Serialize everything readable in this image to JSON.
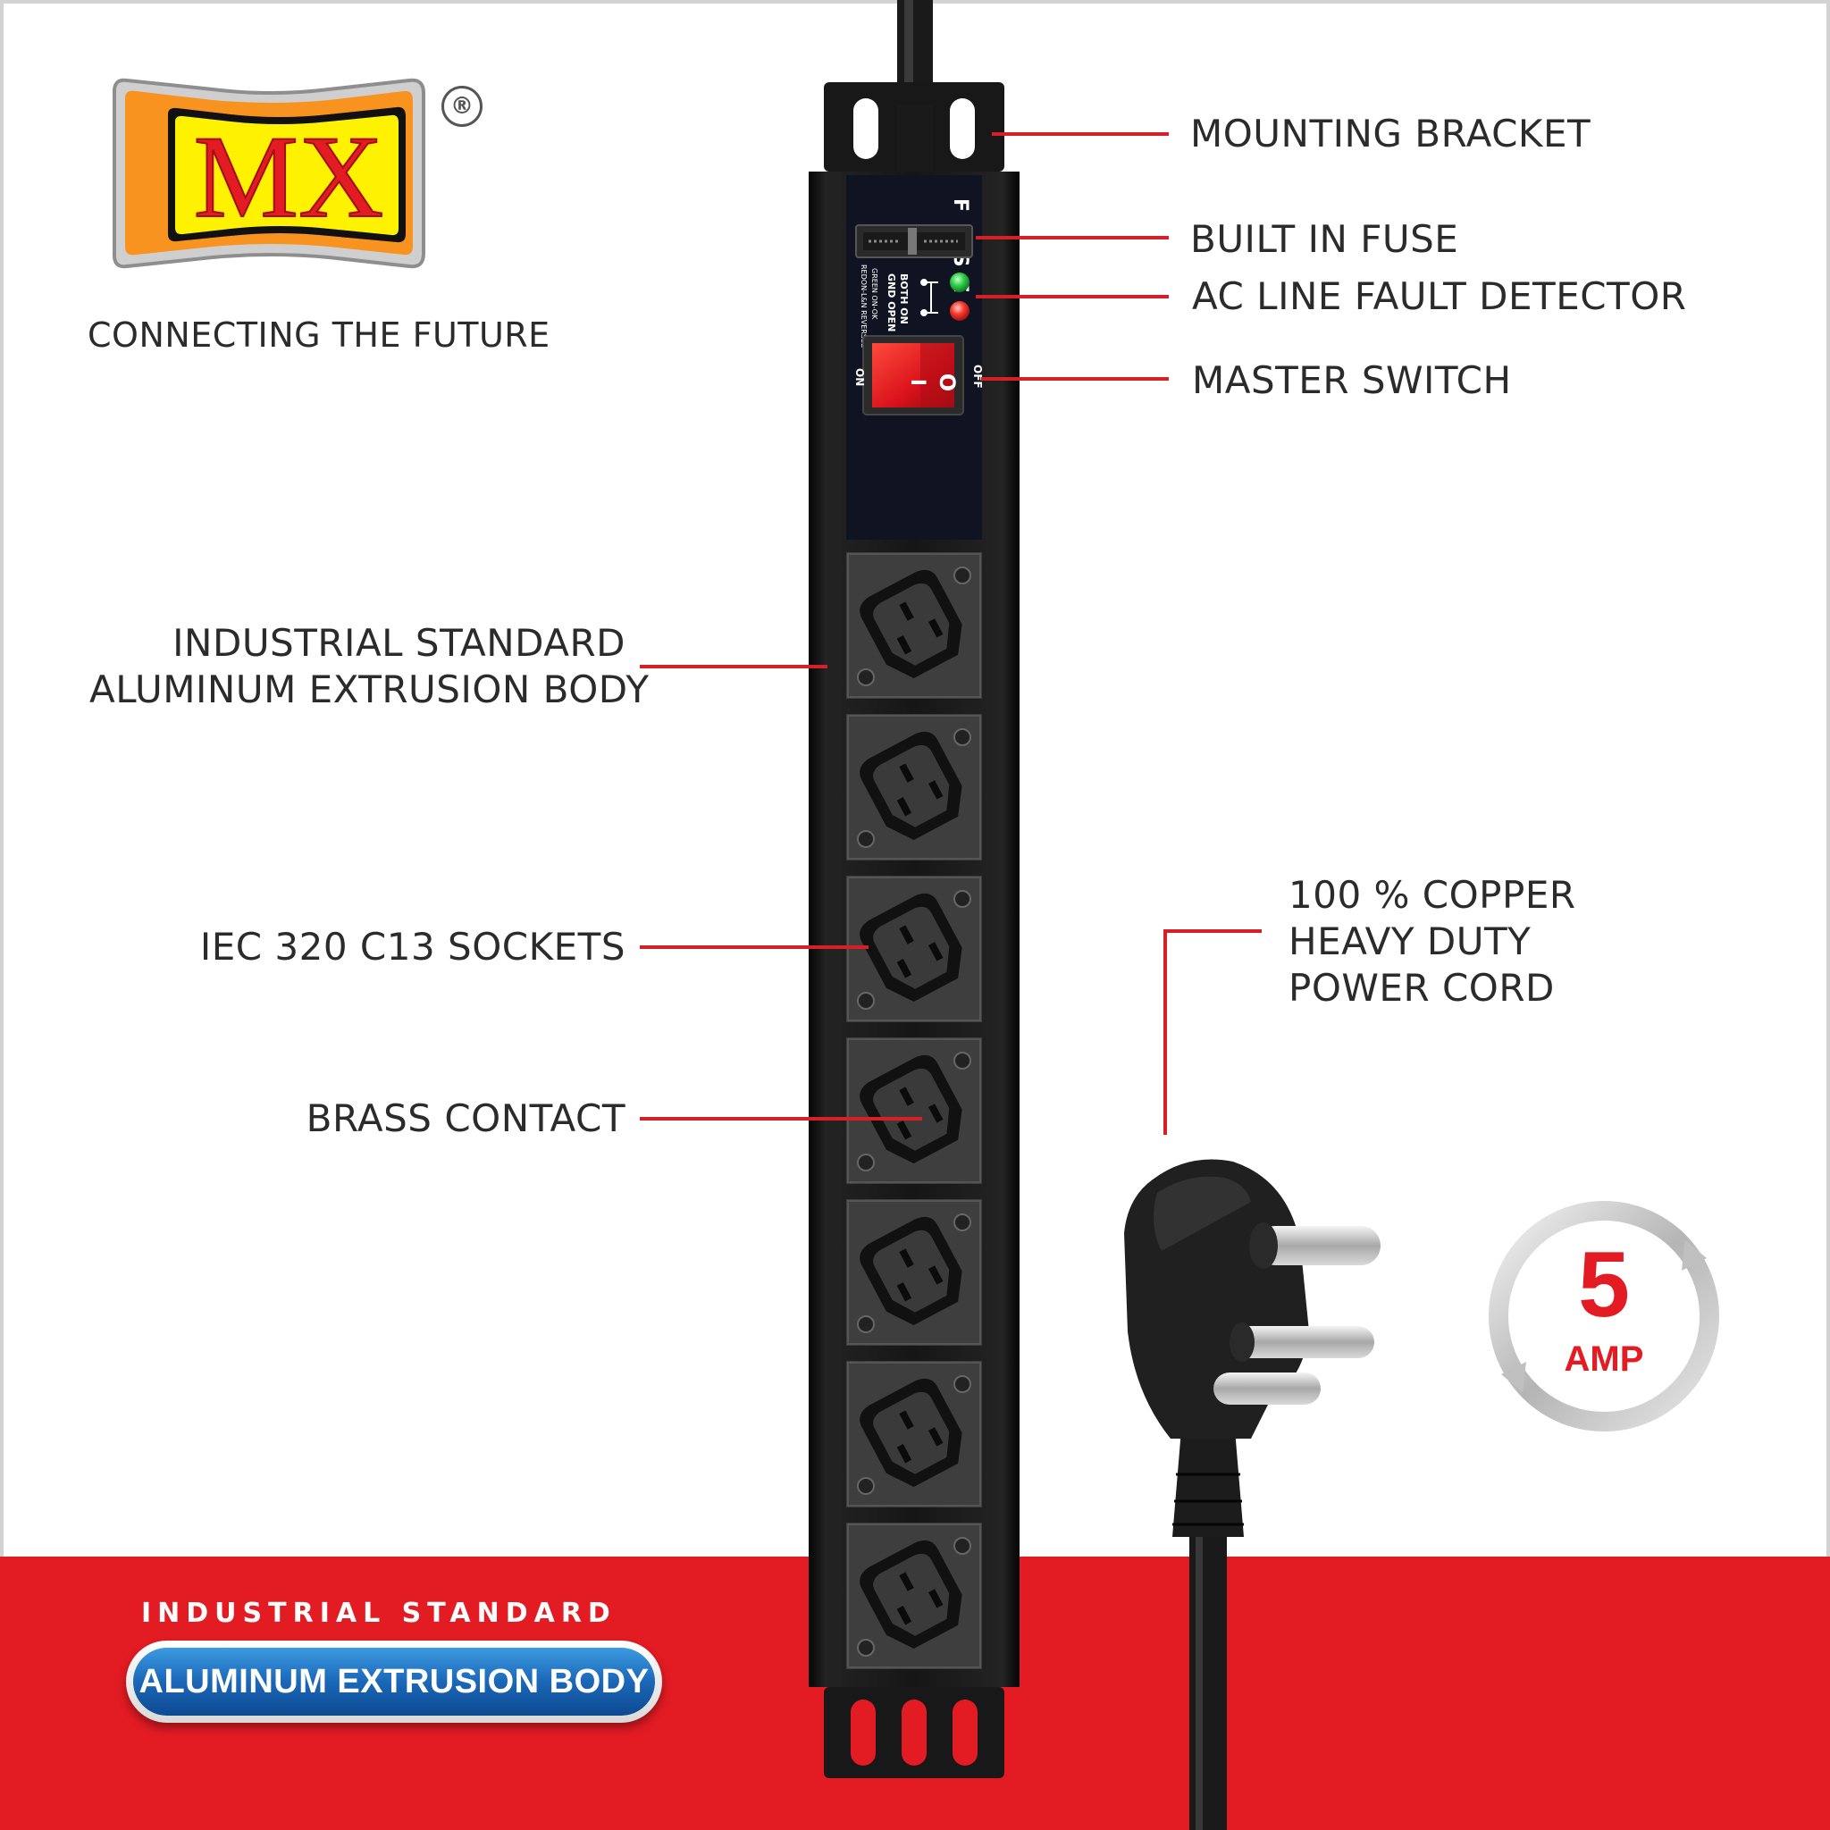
{
  "brand": {
    "logo_text": "MX",
    "registered_mark": "®",
    "tagline": "CONNECTING THE FUTURE"
  },
  "callouts": {
    "mounting_bracket": "MOUNTING  BRACKET",
    "built_in_fuse": "BUILT IN FUSE",
    "fault_detector": "AC LINE FAULT DETECTOR",
    "master_switch": "MASTER SWITCH",
    "body_line1": "INDUSTRIAL STANDARD",
    "body_line2": "ALUMINUM EXTRUSION BODY",
    "sockets": "IEC 320 C13 SOCKETS",
    "brass_contact": "BRASS CONTACT",
    "cord_line1": "100 % COPPER",
    "cord_line2": "HEAVY DUTY",
    "cord_line3": "POWER CORD"
  },
  "panel": {
    "fuse_label": "FUSE",
    "indicator_line1": "BOTH ON",
    "indicator_line2": "GND OPEN",
    "indicator_line3": "GREEN ON-OK",
    "indicator_line4": "REDON-L&N REVERSED",
    "switch_on": "ON",
    "switch_off": "OFF",
    "switch_on_symbol": "I",
    "switch_off_symbol": "O"
  },
  "amp_badge": {
    "value": "5",
    "unit": "AMP"
  },
  "band": {
    "title": "INDUSTRIAL STANDARD",
    "pill": "ALUMINUM EXTRUSION BODY"
  },
  "product": {
    "socket_count": 7
  },
  "colors": {
    "brand_red": "#e31b23",
    "leader_red": "#d61f26",
    "logo_orange": "#f7931e",
    "logo_yellow": "#fff200",
    "body_black": "#151515",
    "panel_navy": "#0f1322",
    "socket_gray": "#3e3e3e",
    "led_green": "#2fd14a",
    "led_red": "#ff3b2f",
    "switch_red": "#e0141c"
  }
}
